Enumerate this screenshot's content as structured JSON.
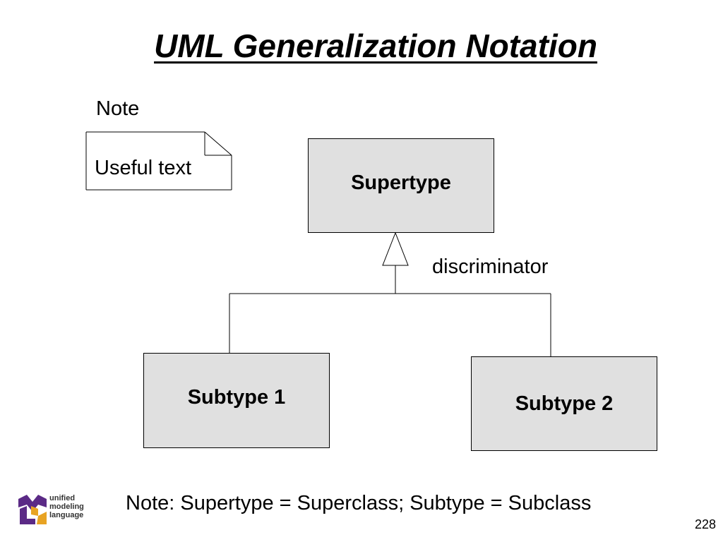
{
  "title": "UML Generalization Notation",
  "note": {
    "label": "Note",
    "text": "Useful text"
  },
  "diagram": {
    "supertype": "Supertype",
    "discriminator": "discriminator",
    "subtype1": "Subtype 1",
    "subtype2": "Subtype 2"
  },
  "footnote": "Note: Supertype = Superclass; Subtype = Subclass",
  "page_number": "228",
  "logo": {
    "line1": "unified",
    "line2": "modeling",
    "line3": "language",
    "colors": {
      "purple": "#5b2a86",
      "orange": "#e8a323"
    }
  }
}
